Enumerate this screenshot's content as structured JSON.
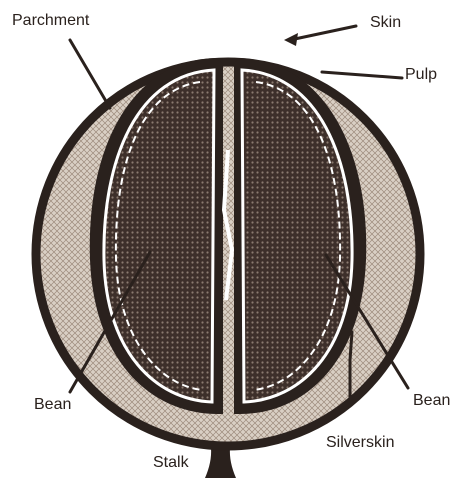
{
  "labels": {
    "parchment": "Parchment",
    "skin": "Skin",
    "pulp": "Pulp",
    "bean_left": "Bean",
    "bean_right": "Bean",
    "silverskin": "Silverskin",
    "stalk": "Stalk"
  },
  "colors": {
    "outline": "#2a211d",
    "pulp_fill": "#d9cfc4",
    "bean_fill": "#4a3a33",
    "parchment_line": "#ffffff",
    "background": "#ffffff"
  }
}
